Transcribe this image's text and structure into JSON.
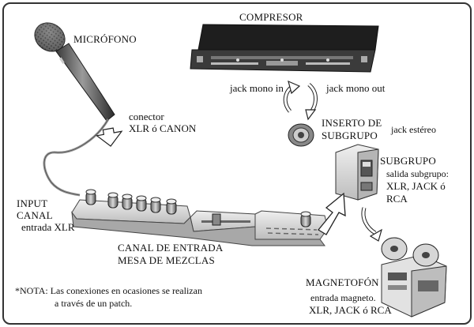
{
  "labels": {
    "microphone": "MICRÓFONO",
    "compressor": "COMPRESOR",
    "jack_in": "jack mono in",
    "jack_out": "jack mono out",
    "connector_1": "conector",
    "connector_2": "XLR ó CANON",
    "insert_1": "INSERTO DE",
    "insert_2": "SUBGRUPO",
    "jack_stereo": "jack estéreo",
    "subgroup": "SUBGRUPO",
    "subgroup_out_1": "salida subgrupo:",
    "subgroup_out_2": "XLR, JACK ó",
    "subgroup_out_3": "RCA",
    "input_1": "INPUT",
    "input_2": "CANAL",
    "input_3": "entrada XLR",
    "channel_1": "CANAL DE ENTRADA",
    "channel_2": "MESA DE MEZCLAS",
    "note_1": "*NOTA: Las conexiones en ocasiones se realizan",
    "note_2": "a través de un patch.",
    "tape": "MAGNETOFÓN",
    "tape_in_1": "entrada magneto.",
    "tape_in_2": "XLR, JACK ó RCA"
  },
  "colors": {
    "ink": "#111111",
    "device_dark": "#2b2b2b",
    "device_light": "#d8d8d8",
    "arrow_fill": "#ffffff"
  }
}
